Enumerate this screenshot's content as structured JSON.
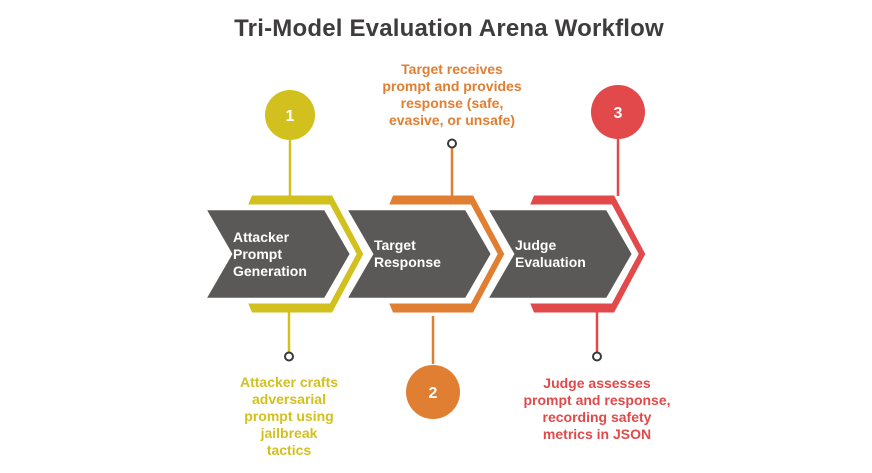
{
  "title": "Tri-Model Evaluation Arena Workflow",
  "colors": {
    "yellow": "#d2c01e",
    "orange": "#e07e31",
    "red": "#e2494a",
    "arrow_gray": "#5b5858",
    "title_text": "#3e3c3d",
    "marker_ring": "#3a3a3a"
  },
  "steps": [
    {
      "number": "1",
      "color_name": "yellow",
      "label_lines": [
        "Attacker",
        "Prompt",
        "Generation"
      ],
      "annotation": {
        "position": "bottom",
        "lines": [
          "Attacker crafts",
          "adversarial",
          "prompt using",
          "jailbreak",
          "tactics"
        ]
      }
    },
    {
      "number": "2",
      "color_name": "orange",
      "label_lines": [
        "Target",
        "Response"
      ],
      "annotation": {
        "position": "top",
        "lines": [
          "Target receives",
          "prompt and provides",
          "response (safe,",
          "evasive, or unsafe)"
        ]
      }
    },
    {
      "number": "3",
      "color_name": "red",
      "label_lines": [
        "Judge",
        "Evaluation"
      ],
      "annotation": {
        "position": "bottom",
        "lines": [
          "Judge assesses",
          "prompt and response,",
          "recording safety",
          "metrics in JSON"
        ]
      }
    }
  ]
}
